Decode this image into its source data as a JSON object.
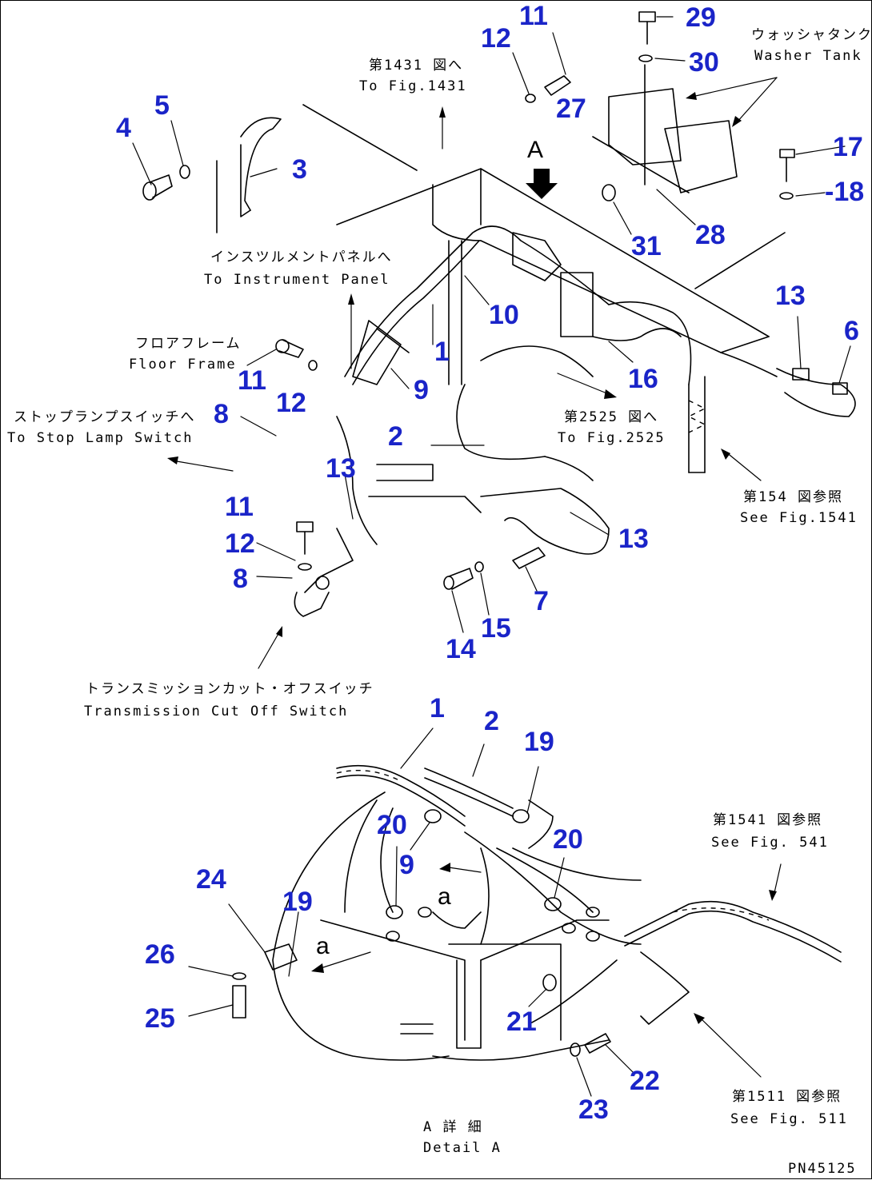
{
  "figure_code": "PN45125",
  "view_label_top": "A",
  "annotations": {
    "washer_tank_ja": "ウォッシャタンク",
    "washer_tank_en": "Washer Tank",
    "fig1431_ja": "第1431 図へ",
    "fig1431_en": "To Fig.1431",
    "instrument_panel_ja": "インスツルメントパネルへ",
    "instrument_panel_en": "To Instrument Panel",
    "floor_frame_ja": "フロアフレーム",
    "floor_frame_en": "Floor Frame",
    "stop_lamp_ja": "ストップランプスイッチへ",
    "stop_lamp_en": "To Stop Lamp Switch",
    "fig2525_ja": "第2525 図へ",
    "fig2525_en": "To Fig.2525",
    "fig1541_ja": "第154 図参照",
    "fig1541_en": "See Fig.1541",
    "transmission_ja": "トランスミッションカット・オフスイッチ",
    "transmission_en": "Transmission Cut Off Switch",
    "fig1541b_ja": "第1541 図参照",
    "fig1541b_en": "See Fig. 541",
    "fig1511_ja": "第1511 図参照",
    "fig1511_en": "See Fig. 511",
    "detail_ja": "A 詳 細",
    "detail_en": "Detail A",
    "view_a_small_1": "a",
    "view_a_small_2": "a"
  },
  "callouts_top": [
    "11",
    "12",
    "29",
    "30",
    "27",
    "4",
    "5",
    "3",
    "17",
    "18",
    "28",
    "31",
    "1",
    "10",
    "13",
    "6",
    "16",
    "9",
    "11",
    "12",
    "8",
    "2",
    "13",
    "11",
    "12",
    "8",
    "13",
    "7",
    "15",
    "14"
  ],
  "callouts_bottom": [
    "1",
    "2",
    "19",
    "20",
    "20",
    "9",
    "24",
    "19",
    "26",
    "25",
    "21",
    "22",
    "23"
  ]
}
